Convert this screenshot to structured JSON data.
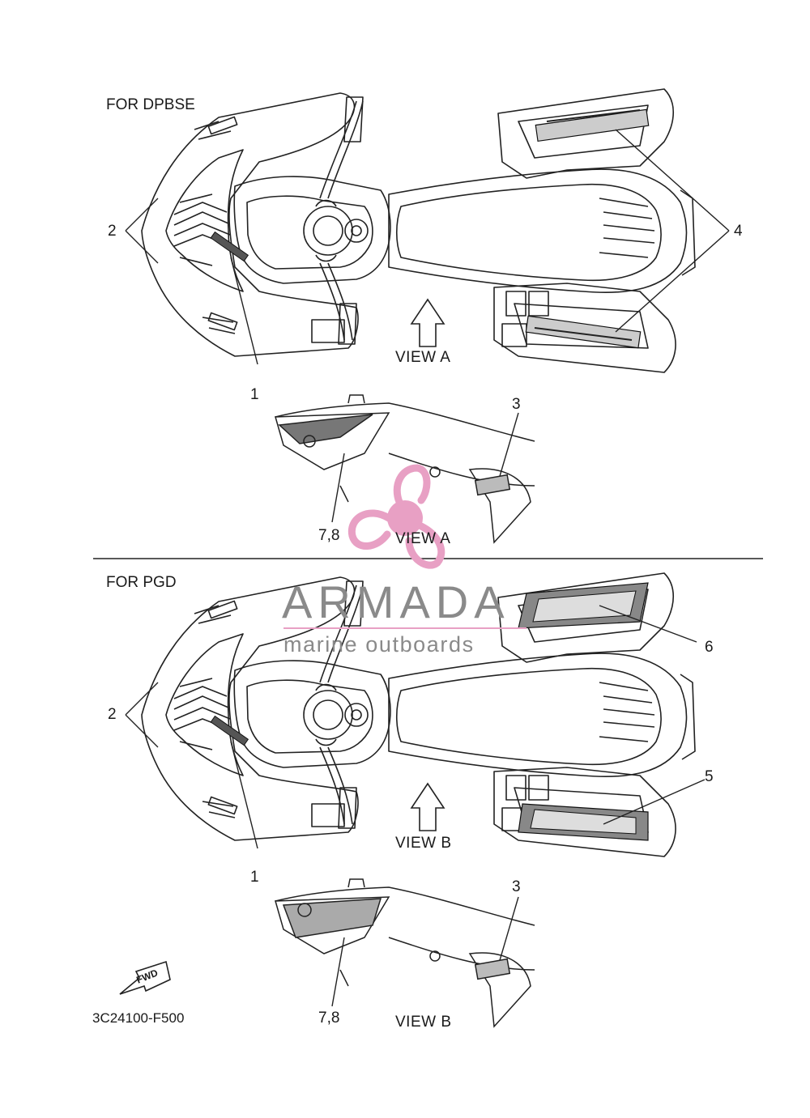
{
  "sections": [
    {
      "header": "FOR DPBSE",
      "view_label_top": "VIEW A",
      "view_label_side": "VIEW A",
      "callouts": {
        "c1": "1",
        "c2": "2",
        "c3": "3",
        "c4": "4",
        "c78": "7,8"
      }
    },
    {
      "header": "FOR PGD",
      "view_label_top": "VIEW B",
      "view_label_side": "VIEW B",
      "callouts": {
        "c1": "1",
        "c2": "2",
        "c3": "3",
        "c5": "5",
        "c6": "6",
        "c78": "7,8"
      }
    }
  ],
  "fwd_icon": {
    "label": "FWD"
  },
  "part_code": "3C24100-F500",
  "watermark": {
    "title": "ARMADA",
    "subtitle": "marine outboards",
    "logo_color": "#e8a0c4",
    "text_color": "#8a8a8a",
    "underline_color": "#e8a0c4"
  }
}
